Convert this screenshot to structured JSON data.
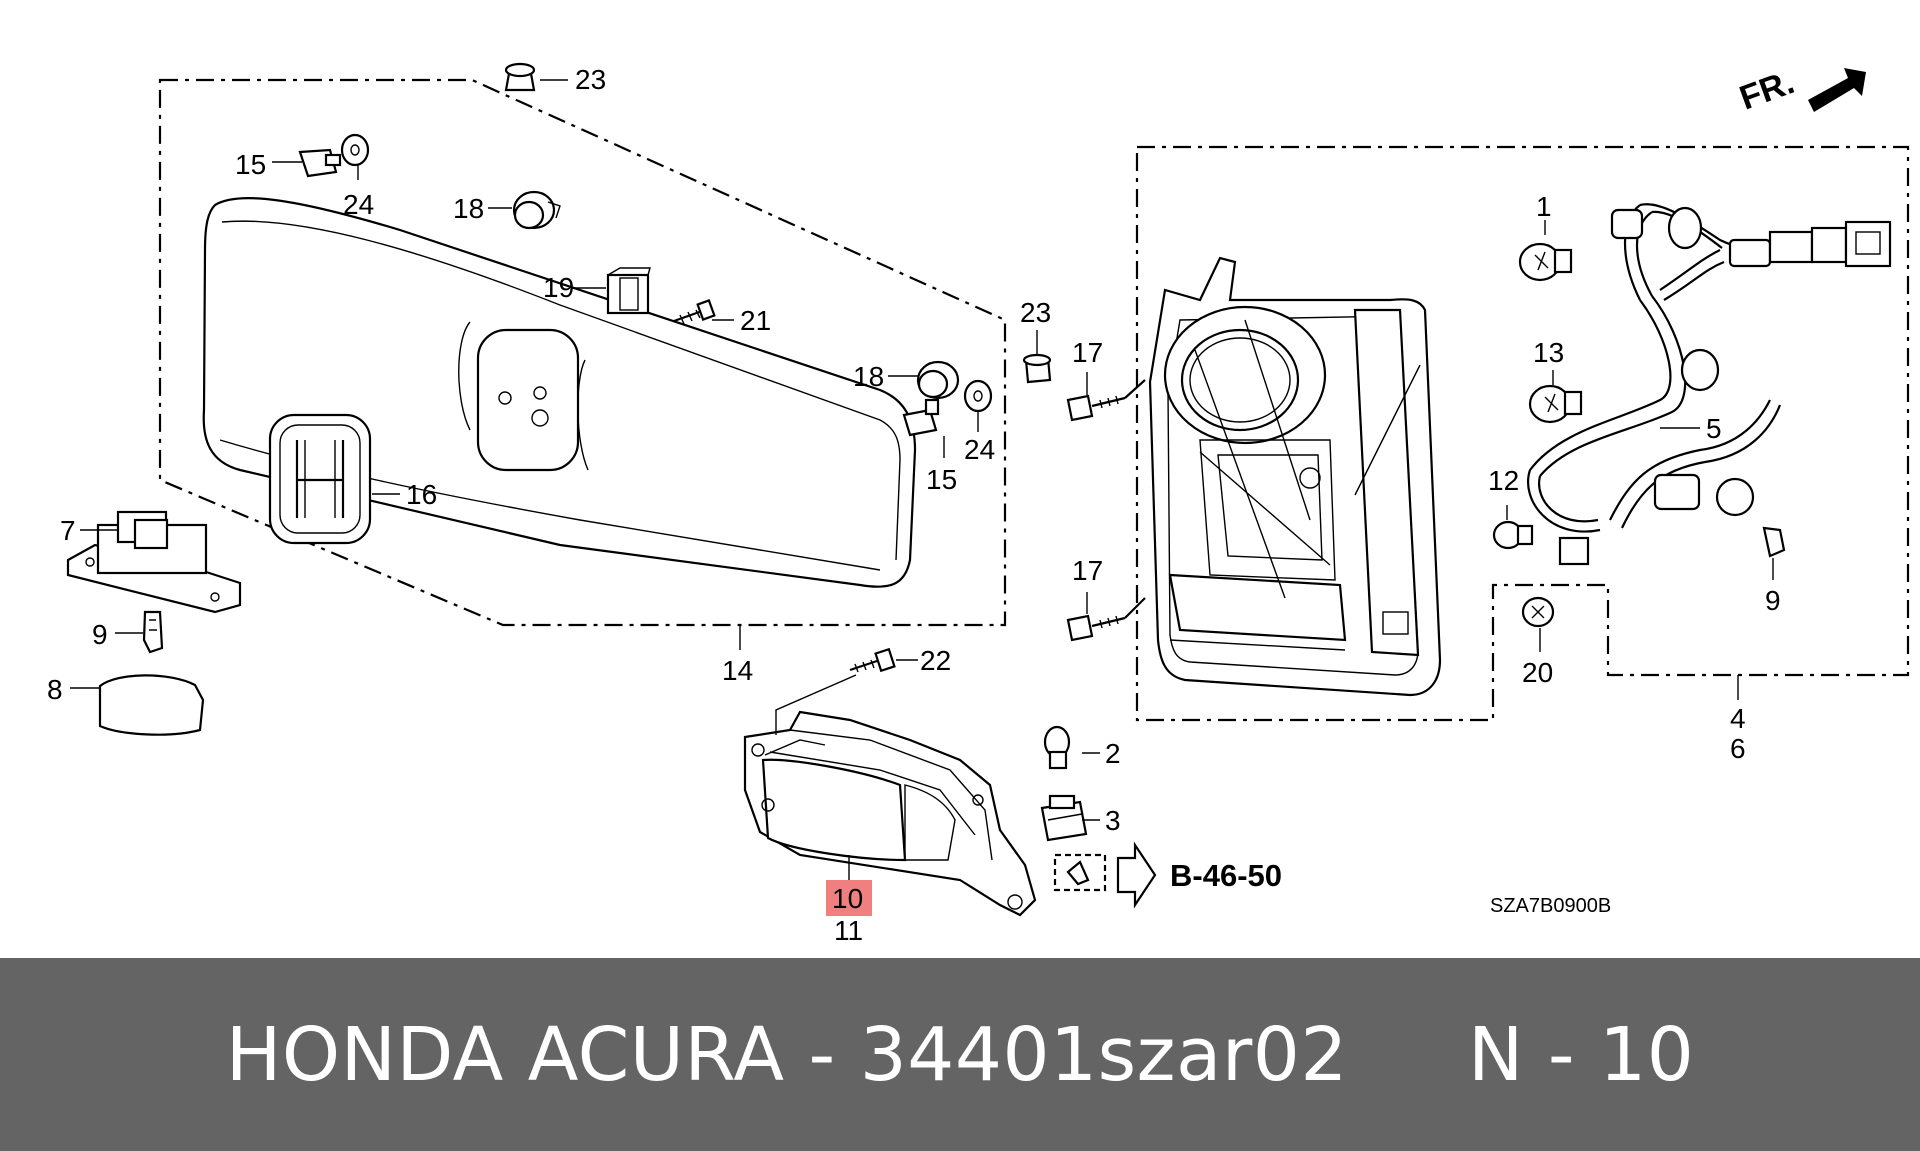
{
  "diagram": {
    "callouts": {
      "c1": "1",
      "c2": "2",
      "c3": "3",
      "c4": "4",
      "c5": "5",
      "c6": "6",
      "c7": "7",
      "c8": "8",
      "c9a": "9",
      "c9b": "9",
      "c10": "10",
      "c11": "11",
      "c12": "12",
      "c13": "13",
      "c14": "14",
      "c15a": "15",
      "c15b": "15",
      "c16": "16",
      "c17a": "17",
      "c17b": "17",
      "c18a": "18",
      "c18b": "18",
      "c19": "19",
      "c20": "20",
      "c21": "21",
      "c22": "22",
      "c23a": "23",
      "c23b": "23",
      "c24a": "24",
      "c24b": "24"
    },
    "highlighted_callout": "10",
    "highlight_color": "#f08080",
    "reference_code": "B-46-50",
    "front_indicator": "FR.",
    "drawing_code": "SZA7B0900B"
  },
  "footer": {
    "text": "HONDA ACURA - 34401szar02     N - 10",
    "background": "#646464",
    "text_color": "#ffffff"
  }
}
